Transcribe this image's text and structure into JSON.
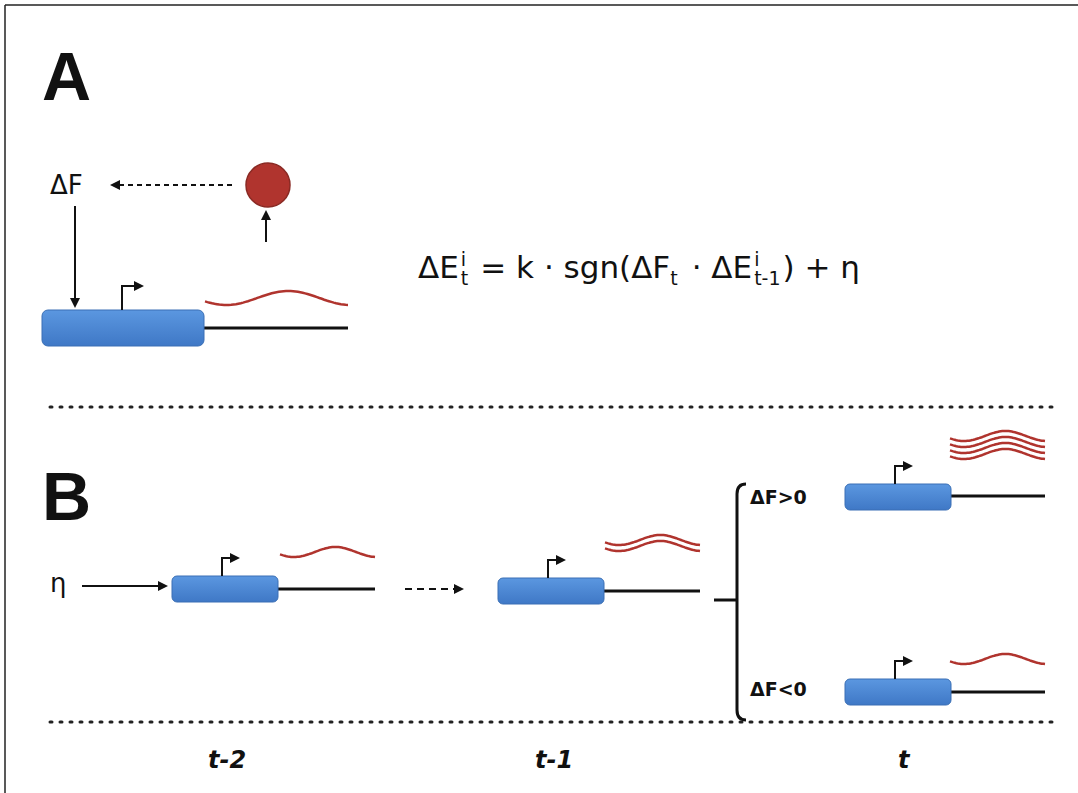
{
  "diagram": {
    "labels": [
      "A",
      "ΔF",
      "ΔE",
      "i",
      "t",
      "= k · sgn(ΔF",
      "t",
      "· ΔE",
      "i",
      "t-1",
      ") + η",
      "B",
      "η",
      "ΔF>0",
      "ΔF<0",
      "t-2",
      "t-1",
      "t"
    ]
  }
}
